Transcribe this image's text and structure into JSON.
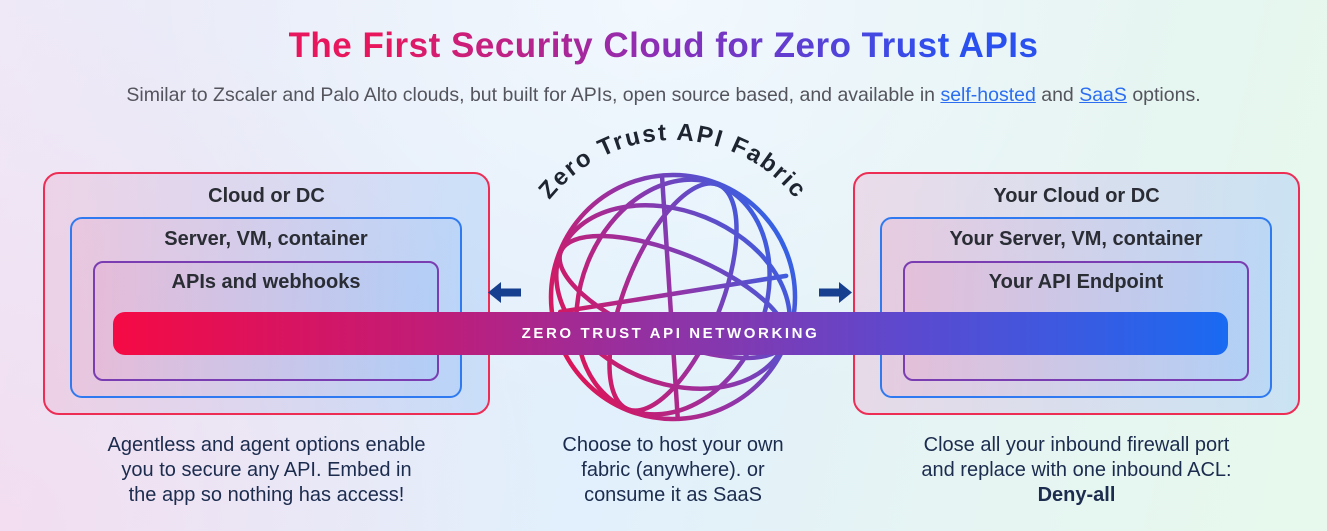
{
  "header": {
    "title": "The First Security Cloud for Zero Trust APIs",
    "subtitle": {
      "prefix": "Similar to Zscaler and Palo Alto clouds, but built for APIs, open source based, and available in ",
      "self_hosted_link": "self-hosted",
      "connector": " and ",
      "saas_link": "SaaS",
      "suffix": " options."
    }
  },
  "left_stack": {
    "outer_label": "Cloud or DC",
    "middle_label": "Server, VM, container",
    "inner_label": "APIs and webhooks",
    "caption_lines": [
      "Agentless and agent options enable",
      "you to secure any API. Embed in",
      "the app so nothing has access!"
    ]
  },
  "center": {
    "globe_arc_label": "Zero Trust API Fabric",
    "bar_label": "ZERO TRUST API NETWORKING",
    "caption_lines": [
      "Choose to host your own",
      "fabric (anywhere). or",
      "consume it as SaaS"
    ]
  },
  "right_stack": {
    "outer_label": "Your Cloud or DC",
    "middle_label": "Your Server, VM, container",
    "inner_label": "Your API Endpoint",
    "caption_lines": [
      "Close all your inbound firewall port",
      "and replace with one inbound ACL:"
    ],
    "caption_bold": "Deny-all"
  },
  "colors": {
    "outer_box_border": "#ee2d55",
    "middle_box_border": "#2f7af0",
    "inner_box_border": "#7b3db2",
    "bar_gradient_start": "#f50a44",
    "bar_gradient_mid": "#8f33a6",
    "bar_gradient_end": "#1a6af2",
    "globe_gradient_start": "#ec0e47",
    "globe_gradient_end": "#1e6cf4",
    "arrow": "#16408f",
    "link": "#2b6ef2"
  }
}
